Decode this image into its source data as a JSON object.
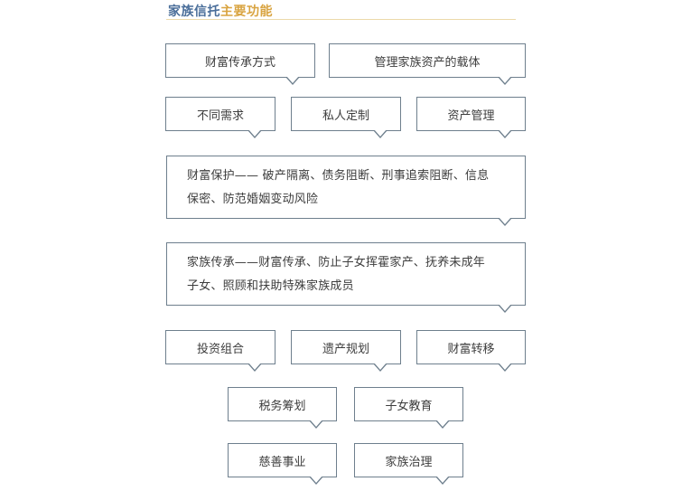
{
  "title": {
    "part1": "家族信托",
    "part2": "主要功能"
  },
  "nodes": {
    "wealth_inheritance_method": "财富传承方式",
    "asset_carrier": "管理家族资产的载体",
    "different_needs": "不同需求",
    "private_customization": "私人定制",
    "asset_management": "资产管理",
    "wealth_protection_line1": "财富保护—— 破产隔离、债务阻断、刑事追索阻断、信息",
    "wealth_protection_line2": "保密、防范婚姻变动风险",
    "family_inheritance_line1": "家族传承——财富传承、防止子女挥霍家产、抚养未成年",
    "family_inheritance_line2": "子女、照顾和扶助特殊家族成员",
    "investment_portfolio": "投资组合",
    "estate_planning": "遗产规划",
    "wealth_transfer": "财富转移",
    "tax_planning": "税务筹划",
    "children_education": "子女教育",
    "charity": "慈善事业",
    "family_governance": "家族治理"
  }
}
